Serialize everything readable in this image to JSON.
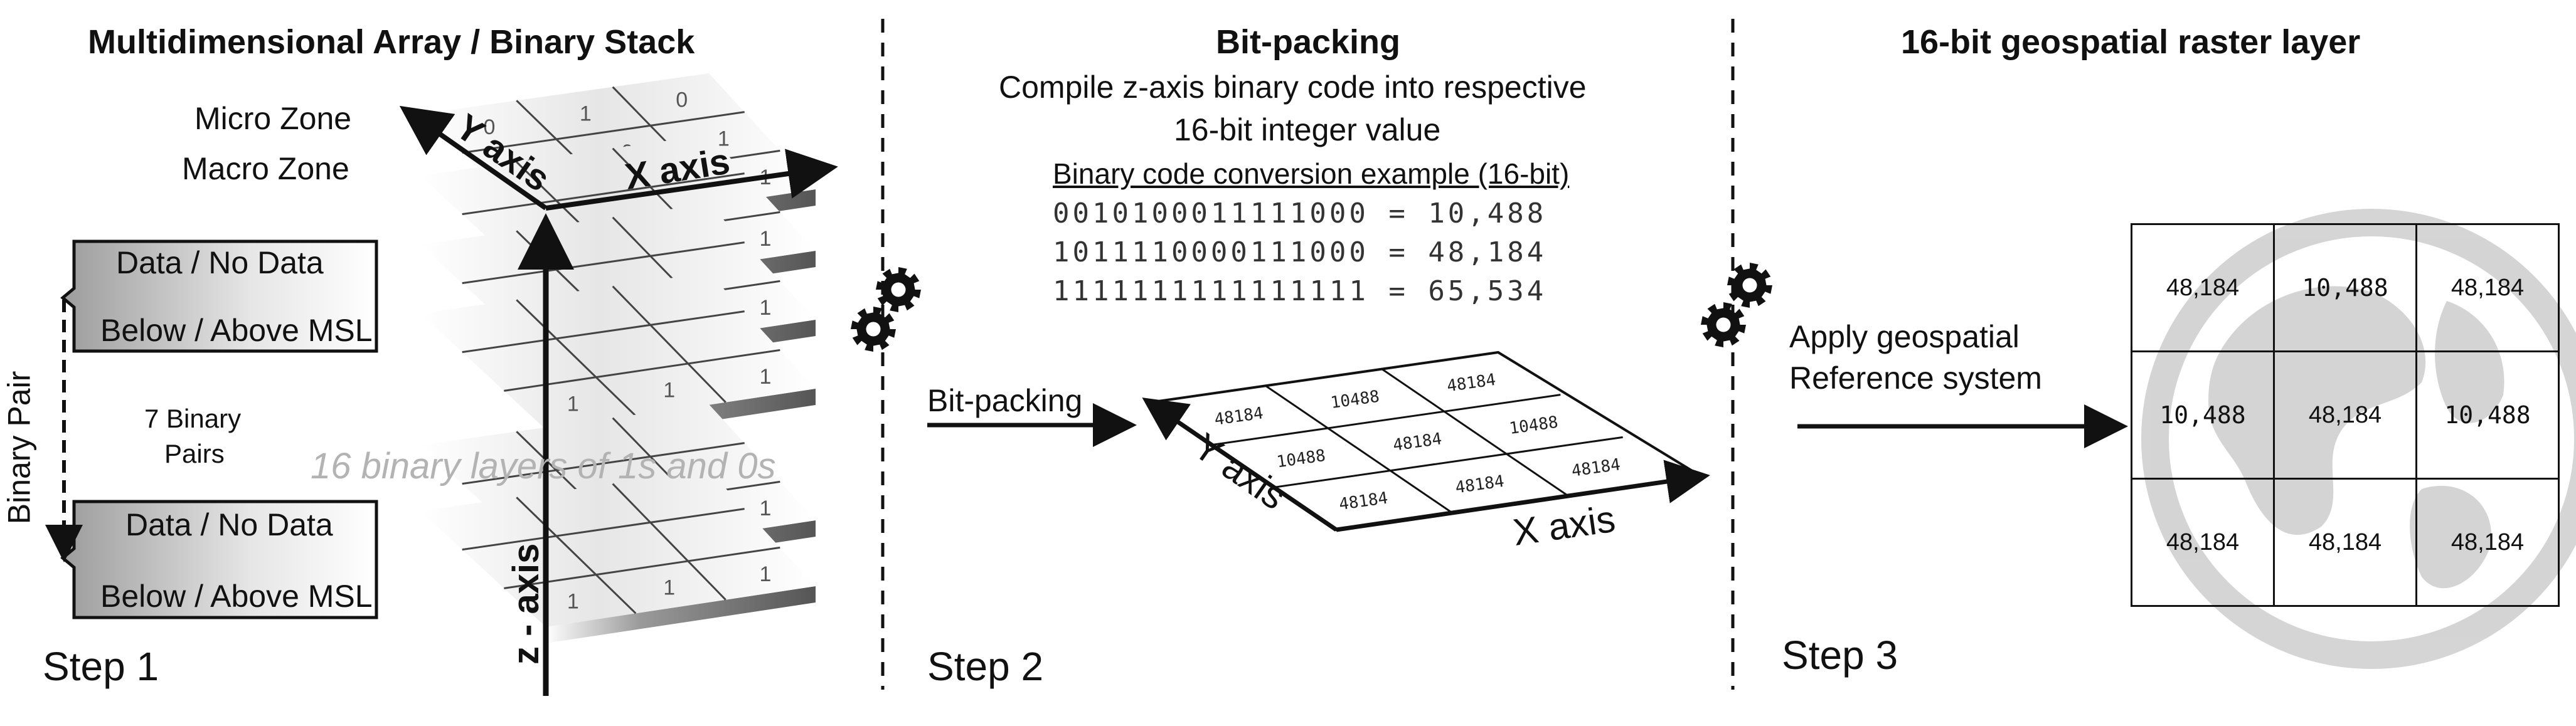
{
  "step1": {
    "title": "Multidimensional Array / Binary Stack",
    "micro_zone": "Micro Zone",
    "macro_zone": "Macro Zone",
    "y_axis": "Y axis",
    "x_axis": "X axis",
    "z_axis": "z - axis",
    "pair_top": {
      "line1": "Data / No Data",
      "line2": "Below / Above MSL"
    },
    "pair_bottom": {
      "line1": "Data / No Data",
      "line2": "Below / Above MSL"
    },
    "binary_pair": "Binary Pair",
    "seven_pairs": [
      "7 Binary",
      "Pairs"
    ],
    "sixteen_layers": "16 binary layers of 1s and 0s",
    "step_label": "Step 1",
    "top_layer_values": [
      "0",
      "1",
      "0",
      "1",
      "0",
      "1",
      "0",
      "1",
      "1"
    ],
    "layer_values": [
      "1",
      "1",
      "1"
    ]
  },
  "step2": {
    "title": "Bit-packing",
    "subtitle_line1": "Compile z-axis binary code into respective",
    "subtitle_line2": "16-bit integer value",
    "example_heading": "Binary code conversion example (16-bit)",
    "rows": [
      "0010100011111000 = 10,488",
      "1011110000111000 = 48,184",
      "1111111111111111 = 65,534"
    ],
    "arrow_label": "Bit-packing",
    "grid_values": [
      "48184",
      "10488",
      "48184",
      "10488",
      "48184",
      "10488",
      "48184",
      "48184",
      "48184"
    ],
    "y_axis": "Y axis",
    "x_axis": "X axis",
    "step_label": "Step 2"
  },
  "step3": {
    "title": "16-bit geospatial raster layer",
    "apply_line1": "Apply geospatial",
    "apply_line2": "Reference system",
    "grid_values": [
      "48,184",
      "10,488",
      "48,184",
      "10,488",
      "48,184",
      "10,488",
      "48,184",
      "48,184",
      "48,184"
    ],
    "step_label": "Step 3"
  },
  "icons": [
    "gear-icon",
    "gear-icon",
    "gear-icon",
    "gear-icon",
    "globe-icon"
  ],
  "colors": {
    "ink": "#111111",
    "faint": "#b3b3b3",
    "layer_shadow": "#6e6e6e",
    "globe": "#d0d0d0"
  }
}
